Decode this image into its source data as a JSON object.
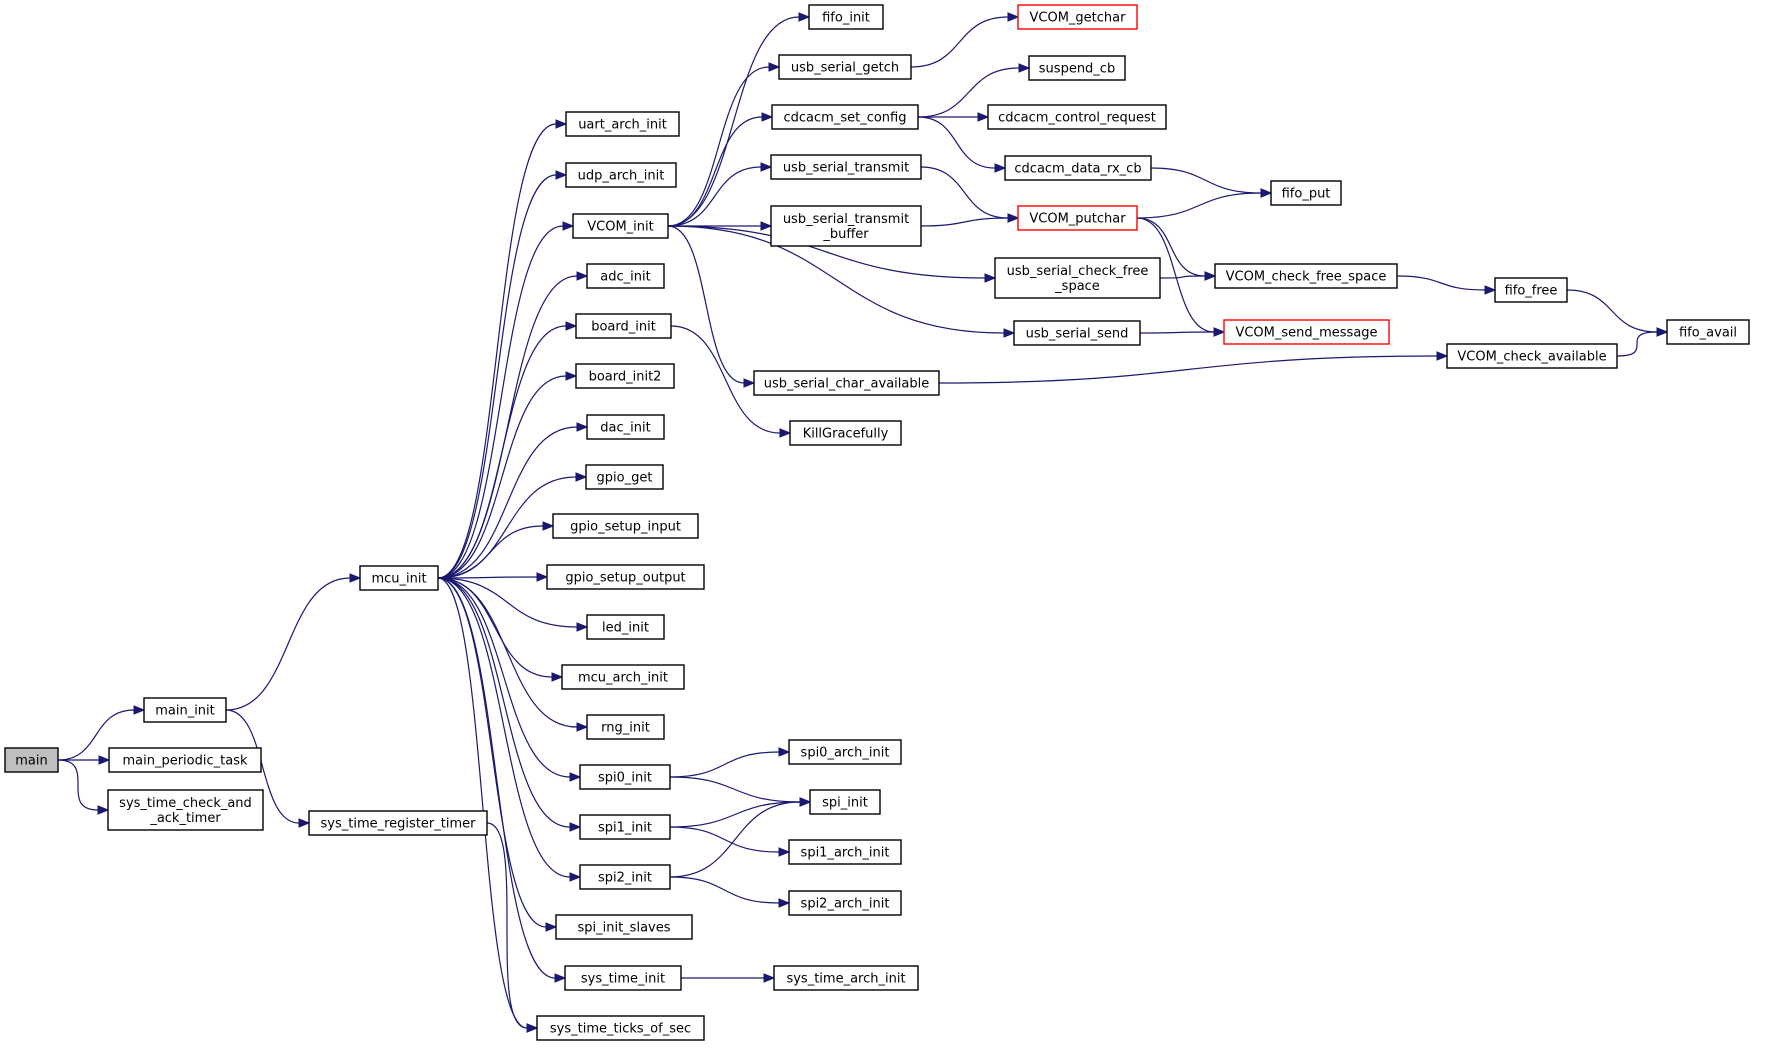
{
  "nodes": [
    {
      "id": "main",
      "label": "main",
      "style": "root"
    },
    {
      "id": "main_init",
      "label": "main_init"
    },
    {
      "id": "main_periodic_task",
      "label": "main_periodic_task"
    },
    {
      "id": "sys_time_check_and_ack_timer",
      "label": "sys_time_check_and\n_ack_timer"
    },
    {
      "id": "mcu_init",
      "label": "mcu_init"
    },
    {
      "id": "sys_time_register_timer",
      "label": "sys_time_register_timer"
    },
    {
      "id": "uart_arch_init",
      "label": "uart_arch_init"
    },
    {
      "id": "udp_arch_init",
      "label": "udp_arch_init"
    },
    {
      "id": "VCOM_init",
      "label": "VCOM_init"
    },
    {
      "id": "adc_init",
      "label": "adc_init"
    },
    {
      "id": "board_init",
      "label": "board_init"
    },
    {
      "id": "board_init2",
      "label": "board_init2"
    },
    {
      "id": "dac_init",
      "label": "dac_init"
    },
    {
      "id": "gpio_get",
      "label": "gpio_get"
    },
    {
      "id": "gpio_setup_input",
      "label": "gpio_setup_input"
    },
    {
      "id": "gpio_setup_output",
      "label": "gpio_setup_output"
    },
    {
      "id": "led_init",
      "label": "led_init"
    },
    {
      "id": "mcu_arch_init",
      "label": "mcu_arch_init"
    },
    {
      "id": "rng_init",
      "label": "rng_init"
    },
    {
      "id": "spi0_init",
      "label": "spi0_init"
    },
    {
      "id": "spi1_init",
      "label": "spi1_init"
    },
    {
      "id": "spi2_init",
      "label": "spi2_init"
    },
    {
      "id": "spi_init_slaves",
      "label": "spi_init_slaves"
    },
    {
      "id": "sys_time_init",
      "label": "sys_time_init"
    },
    {
      "id": "sys_time_ticks_of_sec",
      "label": "sys_time_ticks_of_sec"
    },
    {
      "id": "fifo_init",
      "label": "fifo_init"
    },
    {
      "id": "usb_serial_getch",
      "label": "usb_serial_getch"
    },
    {
      "id": "cdcacm_set_config",
      "label": "cdcacm_set_config"
    },
    {
      "id": "usb_serial_transmit",
      "label": "usb_serial_transmit"
    },
    {
      "id": "usb_serial_transmit_buffer",
      "label": "usb_serial_transmit\n_buffer"
    },
    {
      "id": "usb_serial_check_free_space",
      "label": "usb_serial_check_free\n_space"
    },
    {
      "id": "usb_serial_send",
      "label": "usb_serial_send"
    },
    {
      "id": "usb_serial_char_available",
      "label": "usb_serial_char_available"
    },
    {
      "id": "KillGracefully",
      "label": "KillGracefully"
    },
    {
      "id": "spi0_arch_init",
      "label": "spi0_arch_init"
    },
    {
      "id": "spi_init",
      "label": "spi_init"
    },
    {
      "id": "spi1_arch_init",
      "label": "spi1_arch_init"
    },
    {
      "id": "spi2_arch_init",
      "label": "spi2_arch_init"
    },
    {
      "id": "sys_time_arch_init",
      "label": "sys_time_arch_init"
    },
    {
      "id": "VCOM_getchar",
      "label": "VCOM_getchar",
      "style": "ext"
    },
    {
      "id": "suspend_cb",
      "label": "suspend_cb"
    },
    {
      "id": "cdcacm_control_request",
      "label": "cdcacm_control_request"
    },
    {
      "id": "cdcacm_data_rx_cb",
      "label": "cdcacm_data_rx_cb"
    },
    {
      "id": "VCOM_putchar",
      "label": "VCOM_putchar",
      "style": "ext"
    },
    {
      "id": "fifo_put",
      "label": "fifo_put"
    },
    {
      "id": "VCOM_check_free_space",
      "label": "VCOM_check_free_space"
    },
    {
      "id": "VCOM_send_message",
      "label": "VCOM_send_message",
      "style": "ext"
    },
    {
      "id": "fifo_free",
      "label": "fifo_free"
    },
    {
      "id": "VCOM_check_available",
      "label": "VCOM_check_available"
    },
    {
      "id": "fifo_avail",
      "label": "fifo_avail"
    }
  ],
  "edges": [
    [
      "main",
      "main_init"
    ],
    [
      "main",
      "main_periodic_task"
    ],
    [
      "main",
      "sys_time_check_and_ack_timer"
    ],
    [
      "main_init",
      "mcu_init"
    ],
    [
      "main_init",
      "sys_time_register_timer"
    ],
    [
      "sys_time_register_timer",
      "sys_time_ticks_of_sec"
    ],
    [
      "mcu_init",
      "uart_arch_init"
    ],
    [
      "mcu_init",
      "udp_arch_init"
    ],
    [
      "mcu_init",
      "VCOM_init"
    ],
    [
      "mcu_init",
      "adc_init"
    ],
    [
      "mcu_init",
      "board_init"
    ],
    [
      "mcu_init",
      "board_init2"
    ],
    [
      "mcu_init",
      "dac_init"
    ],
    [
      "mcu_init",
      "gpio_get"
    ],
    [
      "mcu_init",
      "gpio_setup_input"
    ],
    [
      "mcu_init",
      "gpio_setup_output"
    ],
    [
      "mcu_init",
      "led_init"
    ],
    [
      "mcu_init",
      "mcu_arch_init"
    ],
    [
      "mcu_init",
      "rng_init"
    ],
    [
      "mcu_init",
      "spi0_init"
    ],
    [
      "mcu_init",
      "spi1_init"
    ],
    [
      "mcu_init",
      "spi2_init"
    ],
    [
      "mcu_init",
      "spi_init_slaves"
    ],
    [
      "mcu_init",
      "sys_time_init"
    ],
    [
      "mcu_init",
      "sys_time_ticks_of_sec"
    ],
    [
      "VCOM_init",
      "fifo_init"
    ],
    [
      "VCOM_init",
      "usb_serial_getch"
    ],
    [
      "VCOM_init",
      "cdcacm_set_config"
    ],
    [
      "VCOM_init",
      "usb_serial_transmit"
    ],
    [
      "VCOM_init",
      "usb_serial_transmit_buffer"
    ],
    [
      "VCOM_init",
      "usb_serial_check_free_space"
    ],
    [
      "VCOM_init",
      "usb_serial_send"
    ],
    [
      "VCOM_init",
      "usb_serial_char_available"
    ],
    [
      "board_init",
      "KillGracefully"
    ],
    [
      "usb_serial_getch",
      "VCOM_getchar"
    ],
    [
      "cdcacm_set_config",
      "suspend_cb"
    ],
    [
      "cdcacm_set_config",
      "cdcacm_control_request"
    ],
    [
      "cdcacm_set_config",
      "cdcacm_data_rx_cb"
    ],
    [
      "cdcacm_data_rx_cb",
      "fifo_put"
    ],
    [
      "usb_serial_transmit",
      "VCOM_putchar"
    ],
    [
      "usb_serial_transmit_buffer",
      "VCOM_putchar"
    ],
    [
      "VCOM_putchar",
      "fifo_put"
    ],
    [
      "VCOM_putchar",
      "VCOM_check_free_space"
    ],
    [
      "VCOM_putchar",
      "VCOM_send_message"
    ],
    [
      "usb_serial_check_free_space",
      "VCOM_check_free_space"
    ],
    [
      "VCOM_check_free_space",
      "fifo_free"
    ],
    [
      "fifo_free",
      "fifo_avail"
    ],
    [
      "usb_serial_send",
      "VCOM_send_message"
    ],
    [
      "usb_serial_char_available",
      "VCOM_check_available"
    ],
    [
      "VCOM_check_available",
      "fifo_avail"
    ],
    [
      "spi0_init",
      "spi0_arch_init"
    ],
    [
      "spi0_init",
      "spi_init"
    ],
    [
      "spi1_init",
      "spi_init"
    ],
    [
      "spi1_init",
      "spi1_arch_init"
    ],
    [
      "spi2_init",
      "spi_init"
    ],
    [
      "spi2_init",
      "spi2_arch_init"
    ],
    [
      "sys_time_init",
      "sys_time_arch_init"
    ]
  ],
  "colors": {
    "edge": "#191970",
    "node_border": "#000000",
    "external_border": "#ff0000",
    "root_fill": "#bfbfbf"
  }
}
